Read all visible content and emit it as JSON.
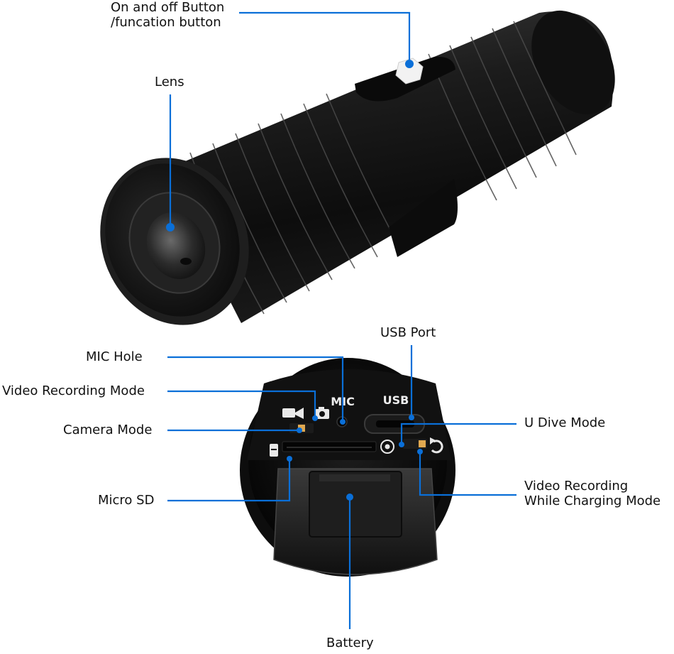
{
  "colors": {
    "callout": "#0a6fd8",
    "body": "#141414",
    "label_text": "#111111"
  },
  "labels": {
    "power_button": [
      "On and off Button",
      "/funcation button"
    ],
    "lens": "Lens",
    "usb_port": "USB Port",
    "mic_hole": "MIC Hole",
    "video_recording_mode": "Video Recording Mode",
    "camera_mode": "Camera Mode",
    "u_dive_mode": "U Dive Mode",
    "micro_sd": "Micro SD",
    "video_while_charging": [
      "Video Recording",
      "While Charging Mode"
    ],
    "battery": "Battery"
  },
  "device_markings": {
    "mic": "MIC",
    "usb": "USB"
  },
  "icons": [
    "video-camera-icon",
    "photo-camera-icon",
    "dive-mode-icon",
    "loop-recording-icon",
    "sd-card-icon"
  ]
}
